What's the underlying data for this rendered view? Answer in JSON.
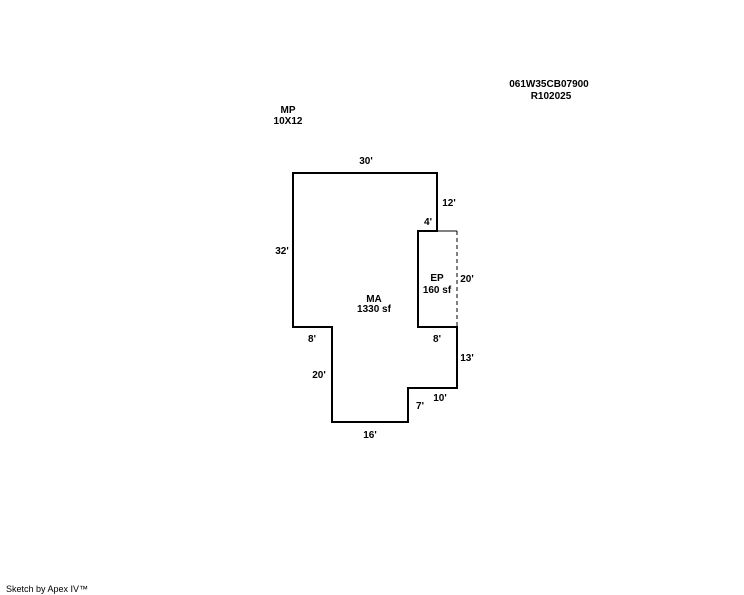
{
  "parcel": {
    "map_number": "061W35CB07900",
    "account": "R102025"
  },
  "areas": {
    "mp": {
      "code": "MP",
      "size": "10X12"
    },
    "ma": {
      "code": "MA",
      "area": "1330 sf"
    },
    "ep": {
      "code": "EP",
      "area": "160 sf"
    }
  },
  "dimensions": {
    "top": "30'",
    "right_upper": "12'",
    "ep_top": "4'",
    "ep_right": "20'",
    "left": "32'",
    "left_step": "8'",
    "ep_bottom": "8'",
    "right_lower": "13'",
    "lower_left": "20'",
    "step_top": "10'",
    "step_side": "7'",
    "bottom": "16'"
  },
  "footer": {
    "credit": "Sketch by Apex IV™"
  },
  "colors": {
    "line": "#000000",
    "background": "#ffffff"
  }
}
